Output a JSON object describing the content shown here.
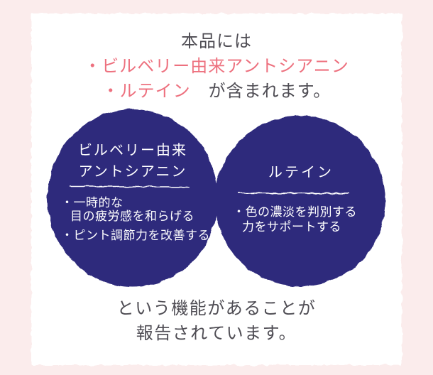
{
  "colors": {
    "background": "#fbecec",
    "card": "#ffffff",
    "circle": "#2e2a7c",
    "accent_pink": "#ed707e",
    "text_dark": "#4f4d54",
    "text_light": "#ffffff"
  },
  "header": {
    "line1": "本品には",
    "line2": "・ビルベリー由来アントシアニン",
    "line3_highlight": "・ルテイン",
    "line3_rest": "　が含まれます。"
  },
  "venn": {
    "left": {
      "title_lines": [
        "ビルベリー由来",
        "アントシアニン"
      ],
      "bullets": [
        [
          "・一時的な",
          "目の疲労感を和らげる"
        ],
        [
          "・ピント調節力を改善する"
        ]
      ]
    },
    "right": {
      "title": "ルテイン",
      "bullets": [
        [
          "・色の濃淡を判別する",
          "力をサポートする"
        ]
      ]
    }
  },
  "footer": {
    "line1": "という機能があることが",
    "line2": "報告されています。"
  }
}
